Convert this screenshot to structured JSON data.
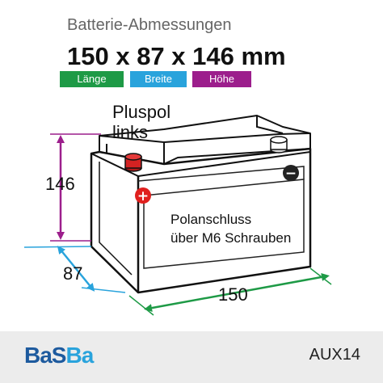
{
  "header": {
    "title": "Batterie-Abmessungen",
    "dimensions": "150 x 87 x 146 mm",
    "badges": [
      {
        "label": "Länge",
        "color": "#1e9a46"
      },
      {
        "label": "Breite",
        "color": "#29a3dc"
      },
      {
        "label": "Höhe",
        "color": "#9c1e8c"
      }
    ]
  },
  "diagram": {
    "pole_label_line1": "Pluspol",
    "pole_label_line2": "links",
    "connection_line1": "Polanschluss",
    "connection_line2": "über M6 Schrauben",
    "height_value": "146",
    "width_value": "87",
    "length_value": "150",
    "plus_symbol": "+",
    "minus_symbol": "−"
  },
  "footer": {
    "logo": "BaSBa",
    "model": "AUX14"
  }
}
